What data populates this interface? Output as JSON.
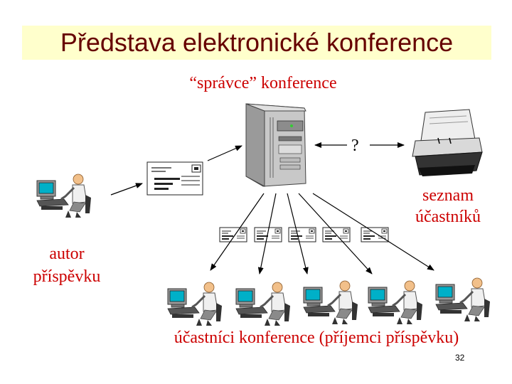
{
  "title": "Představa elektronické  konference",
  "labels": {
    "admin": "“správce” konference",
    "question": "?",
    "list_line1": "seznam",
    "list_line2": "účastníků",
    "author_line1": "autor",
    "author_line2": "příspěvku",
    "recipients": "účastníci konference (příjemci příspěvku)"
  },
  "page_number": "32",
  "colors": {
    "title_background": "#ffffcc",
    "title_text": "#660000",
    "label_red": "#cc0000",
    "label_black": "#000000"
  },
  "icons": [
    "computer-user-icon",
    "envelope-icon",
    "server-icon",
    "printer-icon"
  ]
}
